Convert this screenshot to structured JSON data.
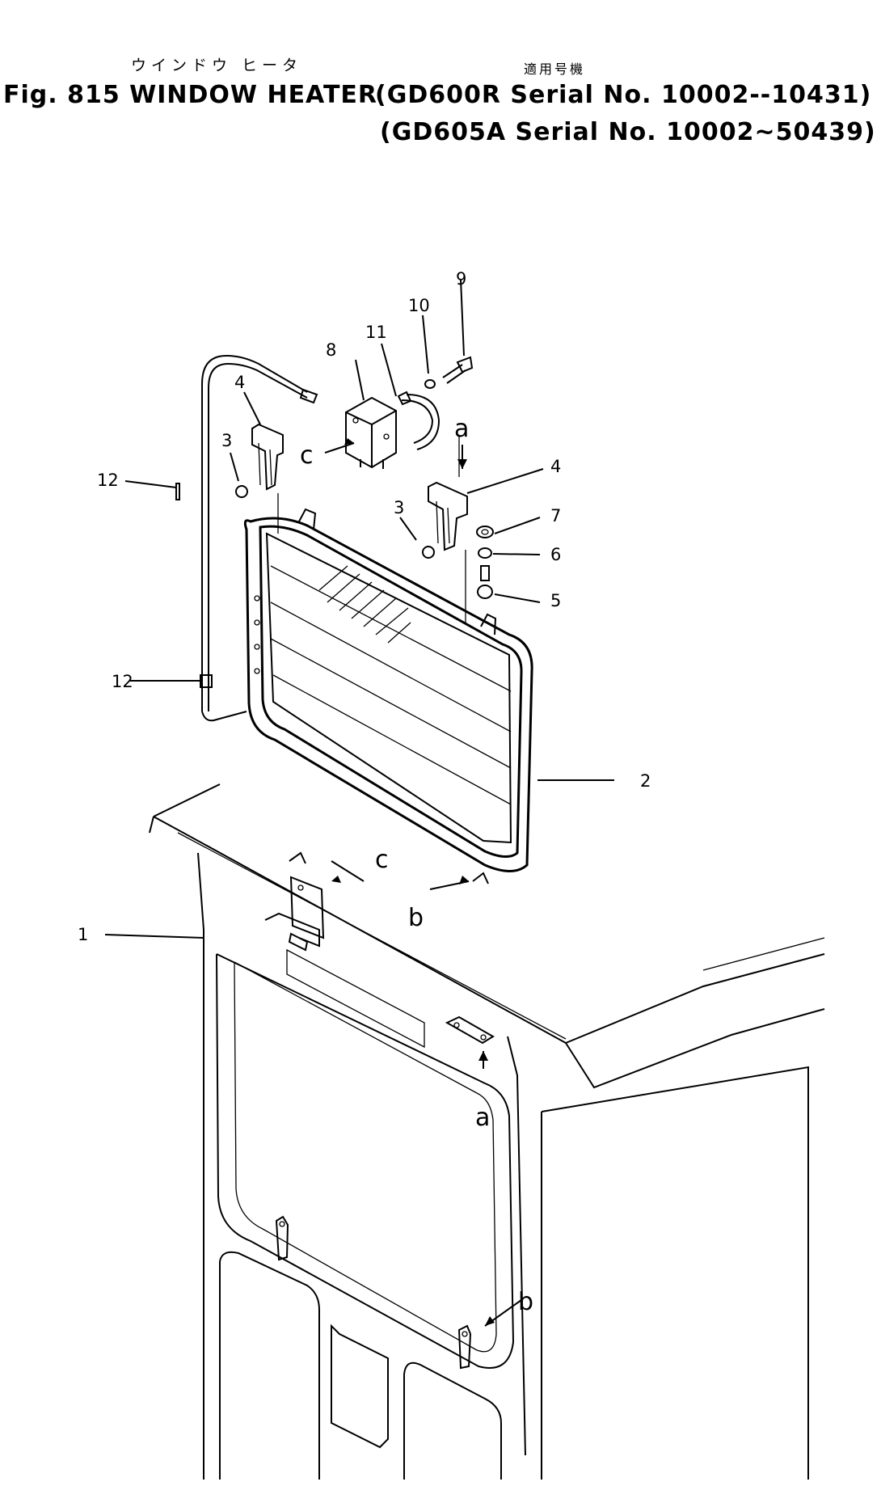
{
  "header": {
    "japanese_title": "ウインドウ ヒータ",
    "japanese_note": "適用号機",
    "figure": "Fig. 815 WINDOW HEATER",
    "line1": "(GD600R  Serial No. 10002--10431)",
    "line2": "(GD605A  Serial No. 10002~50439)"
  },
  "callouts": {
    "n1": "1",
    "n2": "2",
    "n3a": "3",
    "n3b": "3",
    "n4a": "4",
    "n4b": "4",
    "n5": "5",
    "n6": "6",
    "n7": "7",
    "n8": "8",
    "n9": "9",
    "n10": "10",
    "n11": "11",
    "n12a": "12",
    "n12b": "12",
    "a_top": "a",
    "a_bottom": "a",
    "b_top": "b",
    "b_bottom": "b",
    "c_top": "c",
    "c_bottom": "c"
  }
}
